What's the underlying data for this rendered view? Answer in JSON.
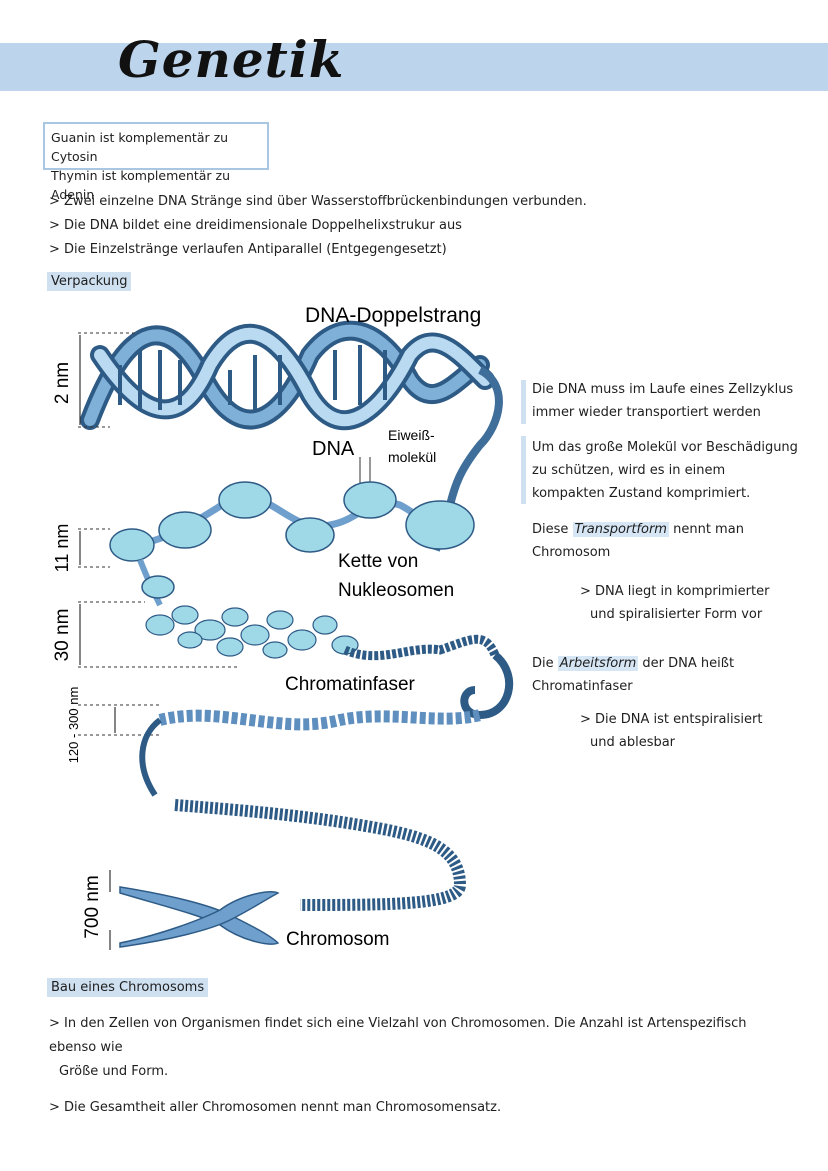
{
  "title": "Genetik",
  "box": {
    "line1": "Guanin ist komplementär zu Cytosin",
    "line2": "Thymin ist komplementär zu Adenin"
  },
  "bullets": [
    "> Zwei einzelne DNA Stränge sind über Wasserstoffbrückenbindungen verbunden.",
    "> Die DNA bildet eine dreidimensionale Doppelhelixstrukur aus",
    "> Die Einzelstränge verlaufen Antiparallel (Entgegengesetzt)"
  ],
  "section_verpackung": "Verpackung",
  "diagram": {
    "dna_double_strand": "DNA-Doppelstrang",
    "dna": "DNA",
    "protein_line1": "Eiweiß-",
    "protein_line2": "molekül",
    "nucleosome_line1": "Kette von",
    "nucleosome_line2": "Nukleosomen",
    "chromatin_fiber": "Chromatinfaser",
    "chromosome": "Chromosom",
    "scale_2nm": "2 nm",
    "scale_11nm": "11 nm",
    "scale_30nm": "30 nm",
    "scale_120_300nm": "120 - 300 nm",
    "scale_700nm": "700 nm"
  },
  "right": {
    "p1_line1": "Die DNA muss im Laufe eines Zellzyklus",
    "p1_line2": "immer wieder transportiert werden",
    "p2_line1": "Um das große Molekül vor Beschädigung",
    "p2_line2": "zu schützen, wird es in einem",
    "p2_line3": "kompakten Zustand komprimiert.",
    "p3_pre": "Diese ",
    "p3_mark": "Transportform",
    "p3_post": " nennt man",
    "p3_line2": "Chromosom",
    "p4_line1": "> DNA liegt in komprimierter",
    "p4_line2": "und spiralisierter Form vor",
    "p5_pre": "Die ",
    "p5_mark": "Arbeitsform",
    "p5_post": " der DNA heißt",
    "p5_line2": "Chromatinfaser",
    "p6_line1": "> Die DNA ist entspiralisiert",
    "p6_line2": "und ablesbar"
  },
  "section_bau": "Bau eines Chromosoms",
  "bau": {
    "line1": "> In den Zellen von Organismen findet sich eine Vielzahl von Chromosomen. Die Anzahl ist Artenspezifisch ebenso wie",
    "line2": "Größe und Form.",
    "line3": "> Die Gesamtheit aller Chromosomen nennt man Chromosomensatz."
  },
  "colors": {
    "band": "#bcd5ec",
    "dna_dark": "#2e5b86",
    "dna_mid": "#6f9fcd",
    "dna_light": "#b9daf1",
    "nucleosome": "#9fd8e6"
  }
}
